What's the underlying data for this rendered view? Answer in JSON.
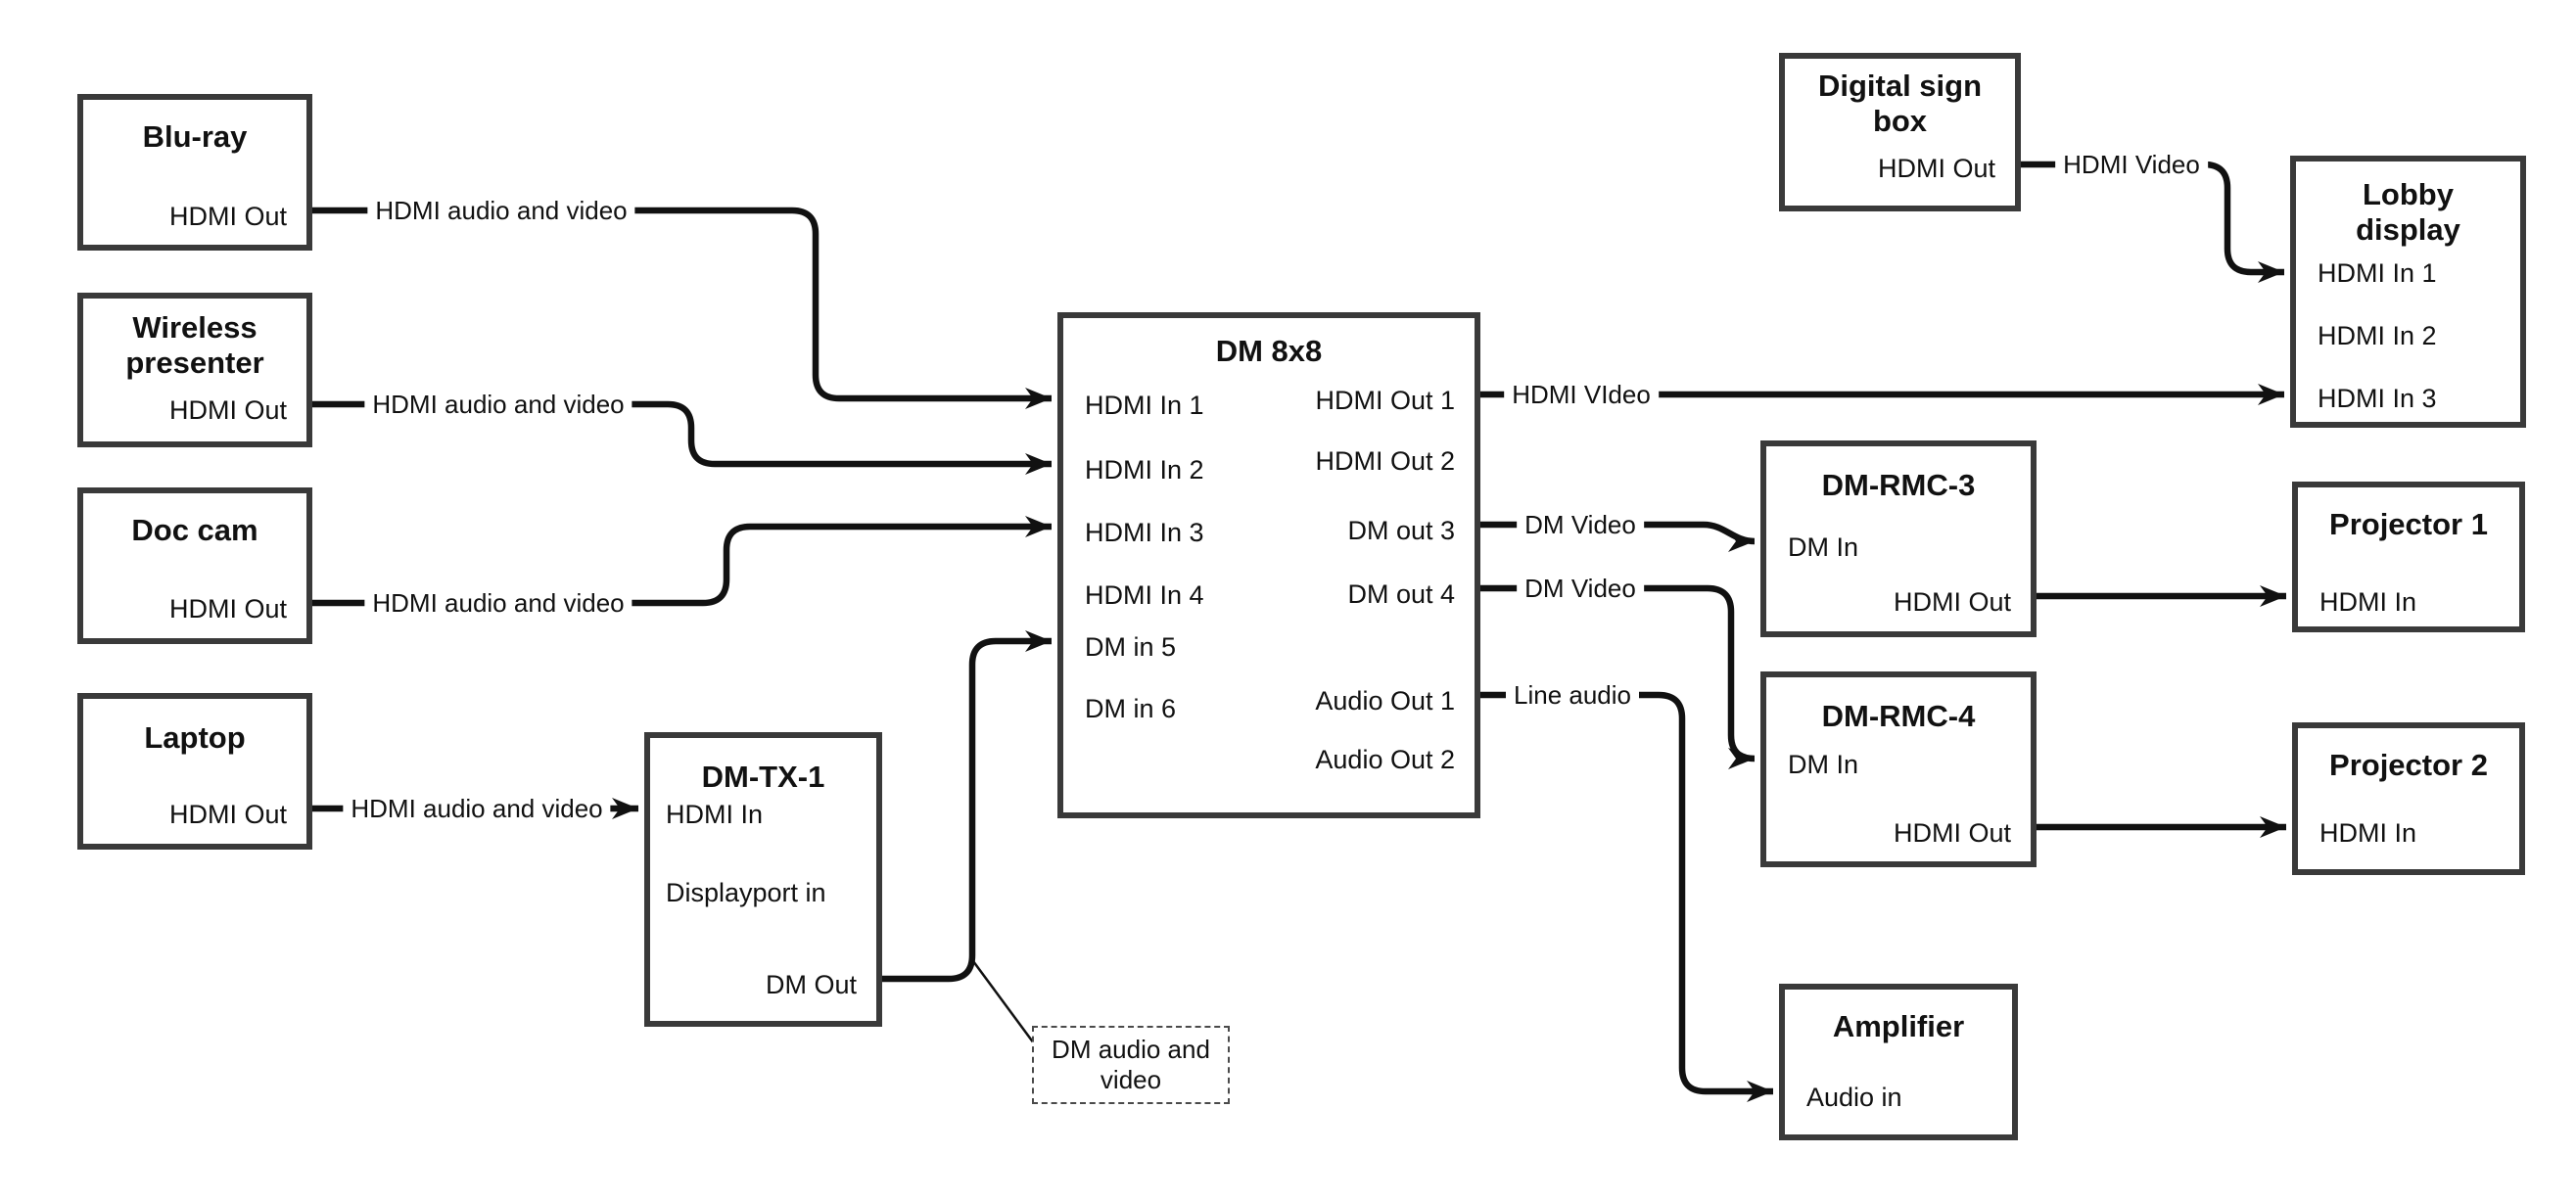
{
  "colors": {
    "background": "#ffffff",
    "line": "#111111",
    "box_border": "#3a3a3a",
    "text": "#111111"
  },
  "diagram": {
    "nodes": {
      "bluray": {
        "title_lines": [
          "Blu-ray"
        ],
        "ports": {
          "hdmi_out": "HDMI Out"
        }
      },
      "wireless": {
        "title_lines": [
          "Wireless",
          "presenter"
        ],
        "ports": {
          "hdmi_out": "HDMI Out"
        }
      },
      "doccam": {
        "title_lines": [
          "Doc cam"
        ],
        "ports": {
          "hdmi_out": "HDMI Out"
        }
      },
      "laptop": {
        "title_lines": [
          "Laptop"
        ],
        "ports": {
          "hdmi_out": "HDMI Out"
        }
      },
      "dmtx1": {
        "title_lines": [
          "DM-TX-1"
        ],
        "ports": {
          "hdmi_in": "HDMI In",
          "displayport_in": "Displayport in",
          "dm_out": "DM Out"
        }
      },
      "dm8x8": {
        "title_lines": [
          "DM 8x8"
        ],
        "ports": {
          "hdmi_in_1": "HDMI In 1",
          "hdmi_in_2": "HDMI In 2",
          "hdmi_in_3": "HDMI In 3",
          "hdmi_in_4": "HDMI In 4",
          "dm_in_5": "DM in 5",
          "dm_in_6": "DM in 6",
          "hdmi_out_1": "HDMI Out 1",
          "hdmi_out_2": "HDMI Out 2",
          "dm_out_3": "DM out 3",
          "dm_out_4": "DM out 4",
          "audio_out_1": "Audio Out 1",
          "audio_out_2": "Audio Out 2"
        }
      },
      "digitalsign": {
        "title_lines": [
          "Digital sign",
          "box"
        ],
        "ports": {
          "hdmi_out": "HDMI Out"
        }
      },
      "lobby": {
        "title_lines": [
          "Lobby",
          "display"
        ],
        "ports": {
          "hdmi_in_1": "HDMI In 1",
          "hdmi_in_2": "HDMI In 2",
          "hdmi_in_3": "HDMI In 3"
        }
      },
      "dmrmc3": {
        "title_lines": [
          "DM-RMC-3"
        ],
        "ports": {
          "dm_in": "DM In",
          "hdmi_out": "HDMI Out"
        }
      },
      "proj1": {
        "title_lines": [
          "Projector 1"
        ],
        "ports": {
          "hdmi_in": "HDMI In"
        }
      },
      "dmrmc4": {
        "title_lines": [
          "DM-RMC-4"
        ],
        "ports": {
          "dm_in": "DM In",
          "hdmi_out": "HDMI Out"
        }
      },
      "proj2": {
        "title_lines": [
          "Projector 2"
        ],
        "ports": {
          "hdmi_in": "HDMI In"
        }
      },
      "amp": {
        "title_lines": [
          "Amplifier"
        ],
        "ports": {
          "audio_in": "Audio in"
        }
      }
    },
    "edge_labels": {
      "bluray_to_dm": "HDMI audio and video",
      "wireless_to_dm": "HDMI audio and video",
      "doccam_to_dm": "HDMI audio and video",
      "laptop_to_dmtx": "HDMI audio and video",
      "hdmi_out1_line": "HDMI VIdeo",
      "dm_out3_line": "DM Video",
      "dm_out4_line": "DM Video",
      "audio_out1_line": "Line audio",
      "digitalsign_to_lobby": "HDMI Video"
    },
    "annotation": {
      "line1": "DM audio and",
      "line2": "video"
    }
  }
}
